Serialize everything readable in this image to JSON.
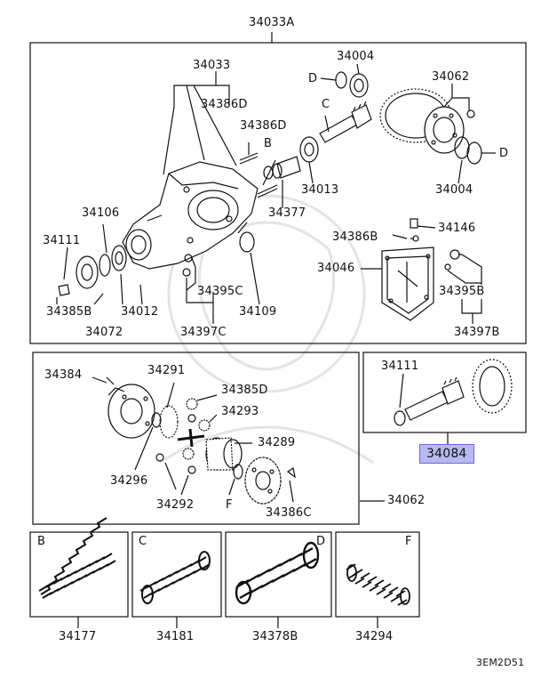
{
  "diagram": {
    "title_code": "34033A",
    "main_assembly": {
      "labels": [
        "34033",
        "34386D",
        "34386D",
        "B",
        "C",
        "D",
        "34004",
        "34062",
        "D",
        "34013",
        "34377",
        "34004",
        "34106",
        "34111",
        "34146",
        "34386B",
        "34046",
        "34395C",
        "34385B",
        "34012",
        "34109",
        "34072",
        "34397C",
        "34395B",
        "34397B"
      ]
    },
    "gear_set_code": "34062",
    "gear_set": {
      "labels": [
        "34384",
        "34291",
        "34385D",
        "34293",
        "34289",
        "34296",
        "34292",
        "F",
        "34386C"
      ]
    },
    "pinion_set": {
      "labels": [
        "34111"
      ],
      "highlighted_code": "34084"
    },
    "springs": [
      {
        "letter": "B",
        "code": "34177"
      },
      {
        "letter": "C",
        "code": "34181"
      },
      {
        "letter": "D",
        "code": "34378B"
      },
      {
        "letter": "F",
        "code": "34294"
      }
    ],
    "figure_code": "3EM2D51"
  }
}
